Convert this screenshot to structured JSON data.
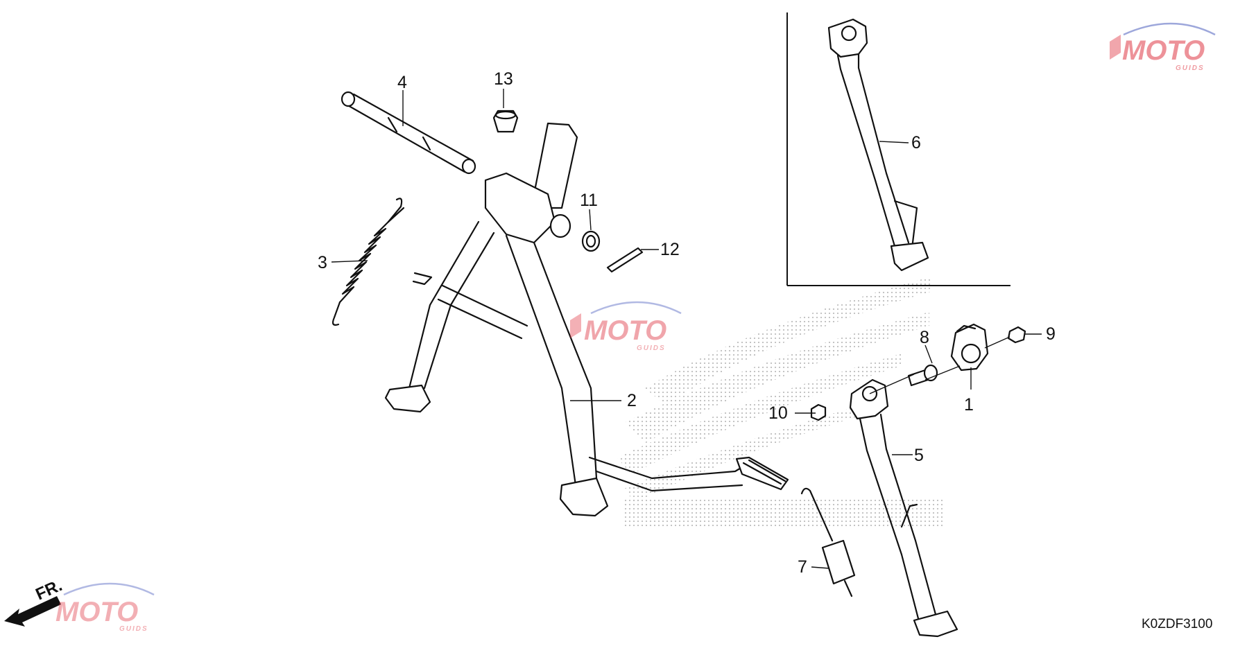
{
  "diagram": {
    "drawing_code": "K0ZDF3100",
    "direction_label": "FR.",
    "watermark": {
      "brand": "MOTO",
      "tagline": "GUIDS"
    },
    "callouts": [
      {
        "id": "1",
        "label": "1"
      },
      {
        "id": "2",
        "label": "2"
      },
      {
        "id": "3",
        "label": "3"
      },
      {
        "id": "4",
        "label": "4"
      },
      {
        "id": "5",
        "label": "5"
      },
      {
        "id": "6",
        "label": "6"
      },
      {
        "id": "7",
        "label": "7"
      },
      {
        "id": "8",
        "label": "8"
      },
      {
        "id": "9",
        "label": "9"
      },
      {
        "id": "10",
        "label": "10"
      },
      {
        "id": "11",
        "label": "11"
      },
      {
        "id": "12",
        "label": "12"
      },
      {
        "id": "13",
        "label": "13"
      }
    ],
    "colors": {
      "line": "#111111",
      "watermark_red": "#e03a46",
      "watermark_blue": "#3b4fb8",
      "dots": "#bdbdbd"
    }
  }
}
